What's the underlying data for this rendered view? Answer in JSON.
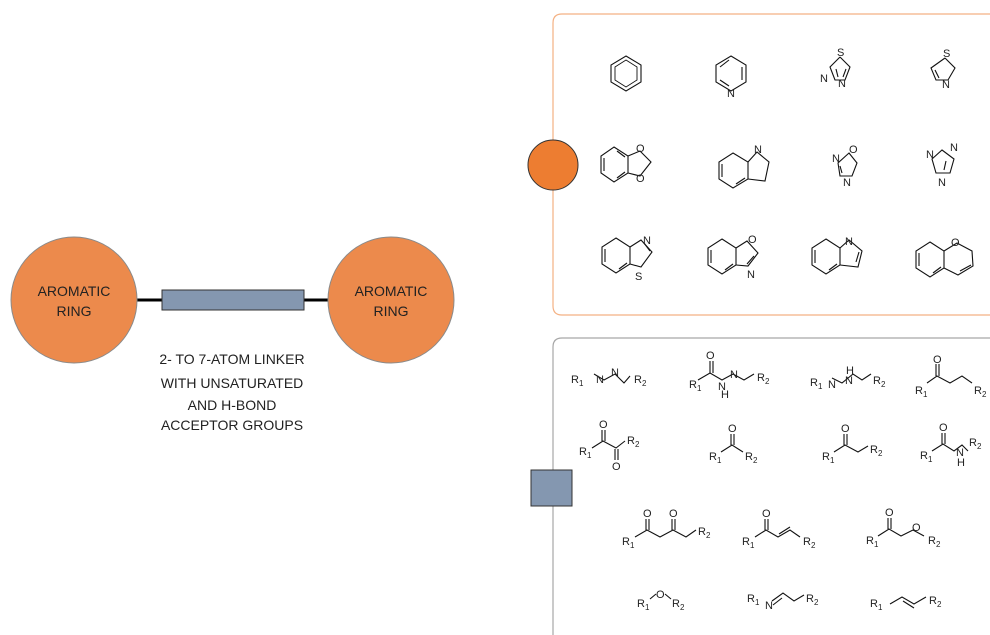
{
  "pharmacophore": {
    "left_ring_label": [
      "AROMATIC",
      "RING"
    ],
    "right_ring_label": [
      "AROMATIC",
      "RING"
    ],
    "linker_caption": [
      "2- TO 7-ATOM LINKER",
      "WITH UNSATURATED",
      "AND H-BOND",
      "ACCEPTOR GROUPS"
    ]
  },
  "colors": {
    "ring_fill": "#EC8A4C",
    "ring_stroke": "#8A8A8A",
    "orange_marker": "#ED7D31",
    "linker_fill": "#8497B0",
    "panel_top_border": "#F4B183",
    "panel_bottom_border": "#A6A6A6"
  },
  "aromatic_panel": {
    "structures": [
      "benzene",
      "pyridine",
      "1,3,4-thiadiazole",
      "thiazole",
      "1,3-benzodioxole",
      "indoline",
      "1,2,4-oxadiazole",
      "1,2,4-triazole",
      "benzothiazole",
      "benzoxazole",
      "indole",
      "2H-chromene"
    ],
    "atom_labels": {
      "pyridine": [
        "N"
      ],
      "thiadiazole": [
        "S",
        "N",
        "N"
      ],
      "thiazole": [
        "S",
        "N"
      ],
      "benzodioxole": [
        "O",
        "O"
      ],
      "indoline": [
        "N"
      ],
      "oxadiazole": [
        "N",
        "O",
        "N"
      ],
      "triazole": [
        "N",
        "N",
        "N"
      ],
      "benzothiazole": [
        "N",
        "S"
      ],
      "benzoxazole": [
        "O",
        "N"
      ],
      "indole": [
        "N"
      ],
      "chromene": [
        "O"
      ]
    }
  },
  "linker_panel": {
    "structures": [
      "azo",
      "acylhydrazone",
      "hydrazone",
      "ketone-propyl",
      "1,2-diketone",
      "ketone",
      "ketone-methylene",
      "amide",
      "1,3-diketone",
      "enone",
      "keto-ether",
      "ether",
      "imine",
      "alkene"
    ],
    "labels": {
      "R1": "R",
      "R2": "R",
      "sub1": "1",
      "sub2": "2",
      "N": "N",
      "O": "O",
      "H": "H"
    }
  }
}
